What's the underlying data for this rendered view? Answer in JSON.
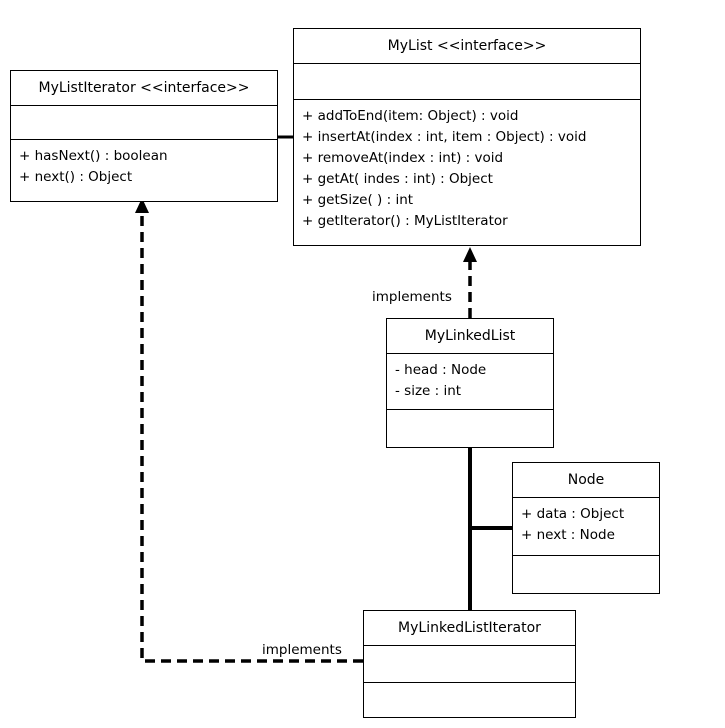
{
  "classes": {
    "my_list_iterator": {
      "name": "MyListIterator <<interface>>",
      "attributes": [],
      "operations": [
        "+ hasNext() : boolean",
        "+ next() : Object"
      ]
    },
    "my_list": {
      "name": "MyList <<interface>>",
      "attributes": [],
      "operations": [
        "+ addToEnd(item: Object) : void",
        "+ insertAt(index : int, item : Object) : void",
        "+ removeAt(index : int) : void",
        "+ getAt( indes : int) : Object",
        "+ getSize( ) : int",
        "+ getIterator() : MyListIterator"
      ]
    },
    "my_linked_list": {
      "name": "MyLinkedList",
      "attributes": [
        "- head : Node",
        "- size : int"
      ],
      "operations": []
    },
    "node": {
      "name": "Node",
      "attributes": [
        "+ data : Object",
        "+ next : Node"
      ],
      "operations": []
    },
    "my_linked_list_iterator": {
      "name": "MyLinkedListIterator",
      "attributes": [],
      "operations": []
    }
  },
  "relationships": {
    "linkedlist_implements_label": "implements",
    "iterator_implements_label": "implements"
  }
}
